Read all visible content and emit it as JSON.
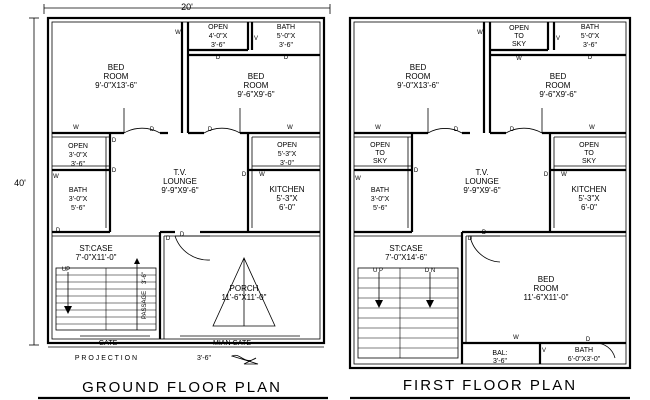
{
  "dimensions": {
    "width": "20'",
    "height": "40'"
  },
  "ground_floor": {
    "title": "GROUND FLOOR PLAN",
    "bedroom1": {
      "name": "BED",
      "name2": "ROOM",
      "size": "9'-0\"X13'-6\""
    },
    "open1": {
      "name": "OPEN",
      "size1": "4'-0\"X",
      "size2": "3'-6\""
    },
    "bath1": {
      "name": "BATH",
      "size1": "5'-0\"X",
      "size2": "3'-6\""
    },
    "bedroom2": {
      "name": "BED",
      "name2": "ROOM",
      "size": "9'-6\"X9'-6\""
    },
    "open_left": {
      "name": "OPEN",
      "size1": "3'-0\"X",
      "size2": "3'-6\""
    },
    "open_right": {
      "name": "OPEN",
      "size1": "5'-3\"X",
      "size2": "3'-0\""
    },
    "bath_left": {
      "name": "BATH",
      "size1": "3'-0\"X",
      "size2": "5'-6\""
    },
    "lounge": {
      "name": "T.V.",
      "name2": "LOUNGE",
      "size": "9'-9\"X9'-6\""
    },
    "kitchen": {
      "name": "KITCHEN",
      "size1": "5'-3\"X",
      "size2": "6'-0\""
    },
    "staircase": {
      "name": "ST:CASE",
      "size": "7'-0\"X11'-0\"",
      "up": "UP"
    },
    "porch": {
      "name": "PORCH",
      "size": "11'-6\"X11'-0\""
    },
    "passage": {
      "name": "PASSAGE",
      "size": "3'-6\""
    },
    "gate": "GATE",
    "main_gate": "MIAN GATE",
    "projection": {
      "label": "P R O J E C T I O N",
      "size": "3'-6\""
    }
  },
  "first_floor": {
    "title": "FIRST FLOOR PLAN",
    "bedroom1": {
      "name": "BED",
      "name2": "ROOM",
      "size": "9'-0\"X13'-6\""
    },
    "open1": {
      "name": "OPEN",
      "name2": "TO",
      "name3": "SKY"
    },
    "bath1": {
      "name": "BATH",
      "size1": "5'-0\"X",
      "size2": "3'-6\""
    },
    "bedroom2": {
      "name": "BED",
      "name2": "ROOM",
      "size": "9'-6\"X9'-6\""
    },
    "open_left": {
      "name": "OPEN",
      "name2": "TO",
      "name3": "SKY"
    },
    "open_right": {
      "name": "OPEN",
      "name2": "TO",
      "name3": "SKY"
    },
    "bath_left": {
      "name": "BATH",
      "size1": "3'-0\"X",
      "size2": "5'-6\""
    },
    "lounge": {
      "name": "T.V.",
      "name2": "LOUNGE",
      "size": "9'-9\"X9'-6\""
    },
    "kitchen": {
      "name": "KITCHEN",
      "size1": "5'-3\"X",
      "size2": "6'-0\""
    },
    "staircase": {
      "name": "ST:CASE",
      "size": "7'-0\"X14'-6\"",
      "up": "U P",
      "dn": "D N"
    },
    "bedroom3": {
      "name": "BED",
      "name2": "ROOM",
      "size": "11'-6\"X11'-0\""
    },
    "balcony": {
      "name": "BAL:",
      "size": "3'-6\""
    },
    "bath2": {
      "name": "BATH",
      "size": "6'-0\"X3'-0\""
    }
  },
  "marks": {
    "door": "D",
    "window": "W",
    "ventilator": "V"
  }
}
